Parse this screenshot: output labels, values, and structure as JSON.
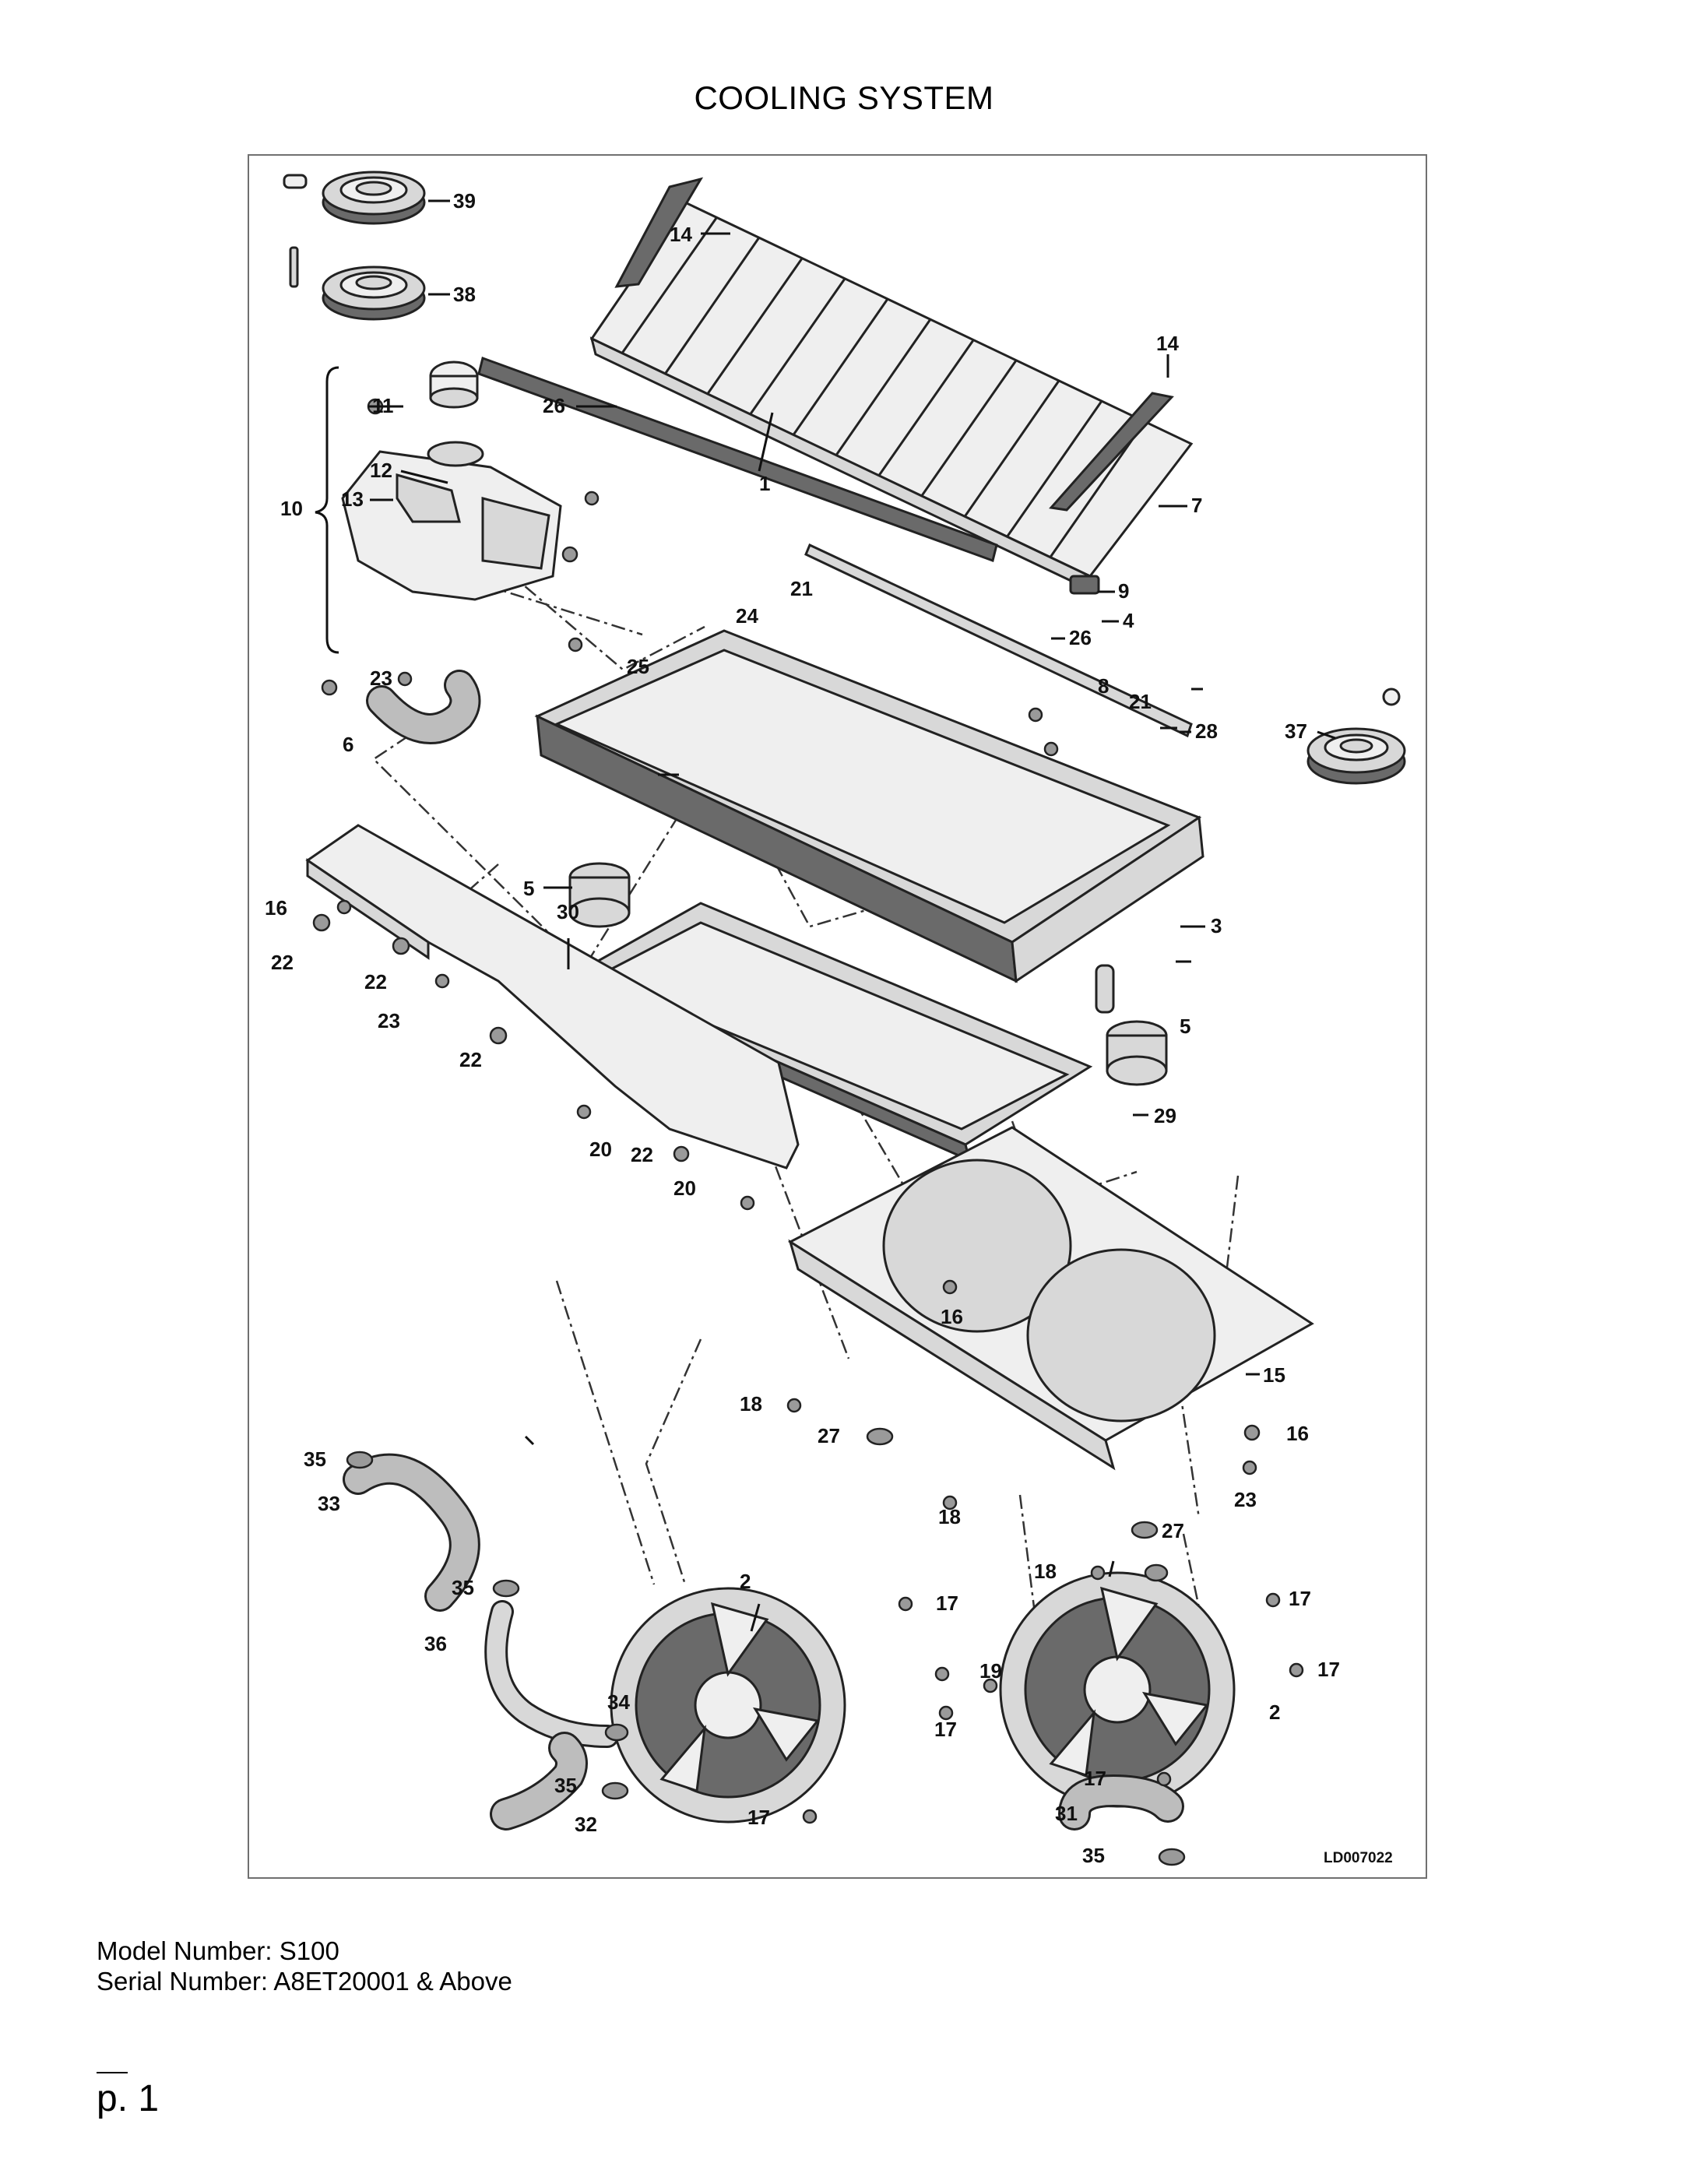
{
  "page": {
    "title": "COOLING SYSTEM",
    "model_number": "Model Number: S100",
    "serial_number": "Serial Number: A8ET20001 & Above",
    "page_number": "p. 1"
  },
  "diagram": {
    "drawing_id": "LD007022",
    "callouts": [
      "39",
      "38",
      "14",
      "14",
      "11",
      "26",
      "12",
      "10",
      "13",
      "1",
      "7",
      "21",
      "9",
      "4",
      "26",
      "24",
      "23",
      "25",
      "6",
      "8",
      "21",
      "28",
      "37",
      "5",
      "3",
      "16",
      "30",
      "22",
      "22",
      "23",
      "22",
      "5",
      "29",
      "20",
      "22",
      "20",
      "16",
      "18",
      "15",
      "27",
      "16",
      "35",
      "23",
      "33",
      "18",
      "27",
      "18",
      "35",
      "2",
      "17",
      "17",
      "36",
      "19",
      "34",
      "17",
      "2",
      "17",
      "35",
      "17",
      "31",
      "32",
      "35"
    ]
  }
}
